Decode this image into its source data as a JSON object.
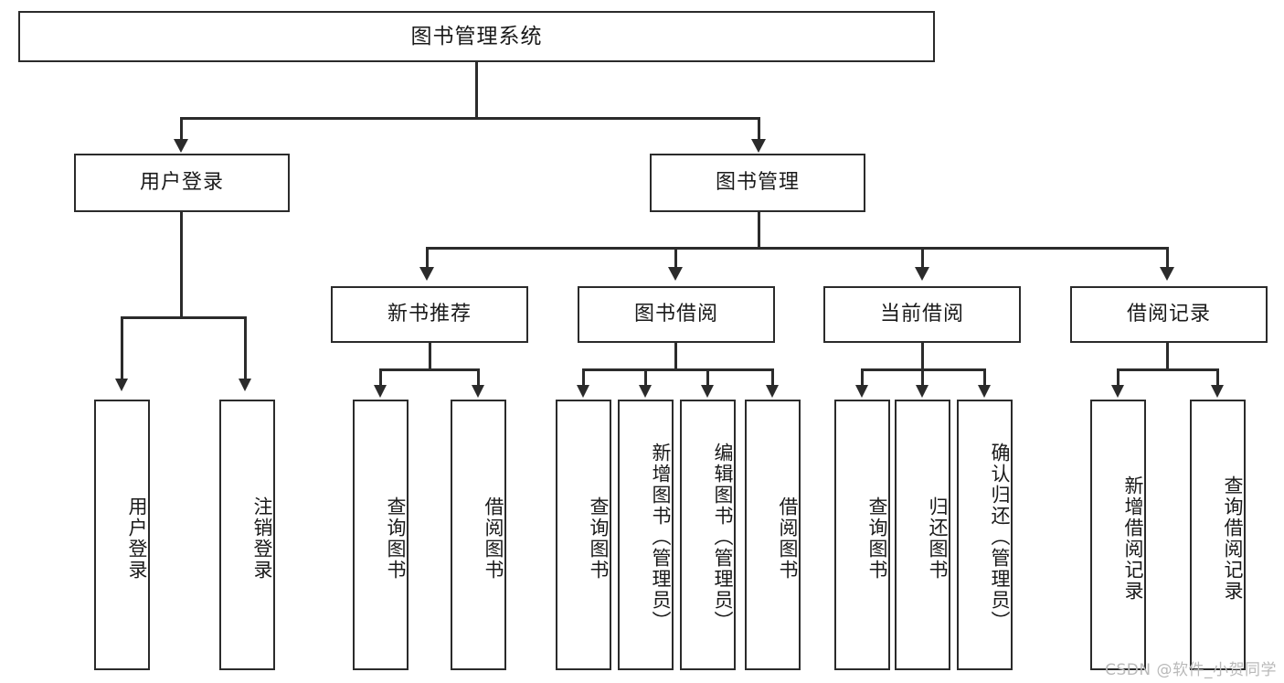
{
  "diagram": {
    "type": "hierarchy-tree",
    "title": "图书管理系统",
    "root": {
      "label": "图书管理系统"
    },
    "level1": [
      {
        "label": "用户登录"
      },
      {
        "label": "图书管理"
      }
    ],
    "level2": [
      {
        "label": "新书推荐"
      },
      {
        "label": "图书借阅"
      },
      {
        "label": "当前借阅"
      },
      {
        "label": "借阅记录"
      }
    ],
    "leaves": {
      "user_login": [
        {
          "label": "用户登录"
        },
        {
          "label": "注销登录"
        }
      ],
      "new_book_recommend": [
        {
          "label": "查询图书"
        },
        {
          "label": "借阅图书"
        }
      ],
      "book_borrow": [
        {
          "label": "查询图书"
        },
        {
          "label": "新增图书（管理员）"
        },
        {
          "label": "编辑图书（管理员）"
        },
        {
          "label": "借阅图书"
        }
      ],
      "current_borrow": [
        {
          "label": "查询图书"
        },
        {
          "label": "归还图书"
        },
        {
          "label": "确认归还（管理员）"
        }
      ],
      "borrow_record": [
        {
          "label": "新增借阅记录"
        },
        {
          "label": "查询借阅记录"
        }
      ]
    }
  },
  "watermark": {
    "text": "CSDN @软件_小贺同学"
  },
  "colors": {
    "stroke": "#2b2b2b",
    "fill": "#ffffff",
    "text": "#1a1a1a",
    "watermark": "#b9b9b9"
  }
}
